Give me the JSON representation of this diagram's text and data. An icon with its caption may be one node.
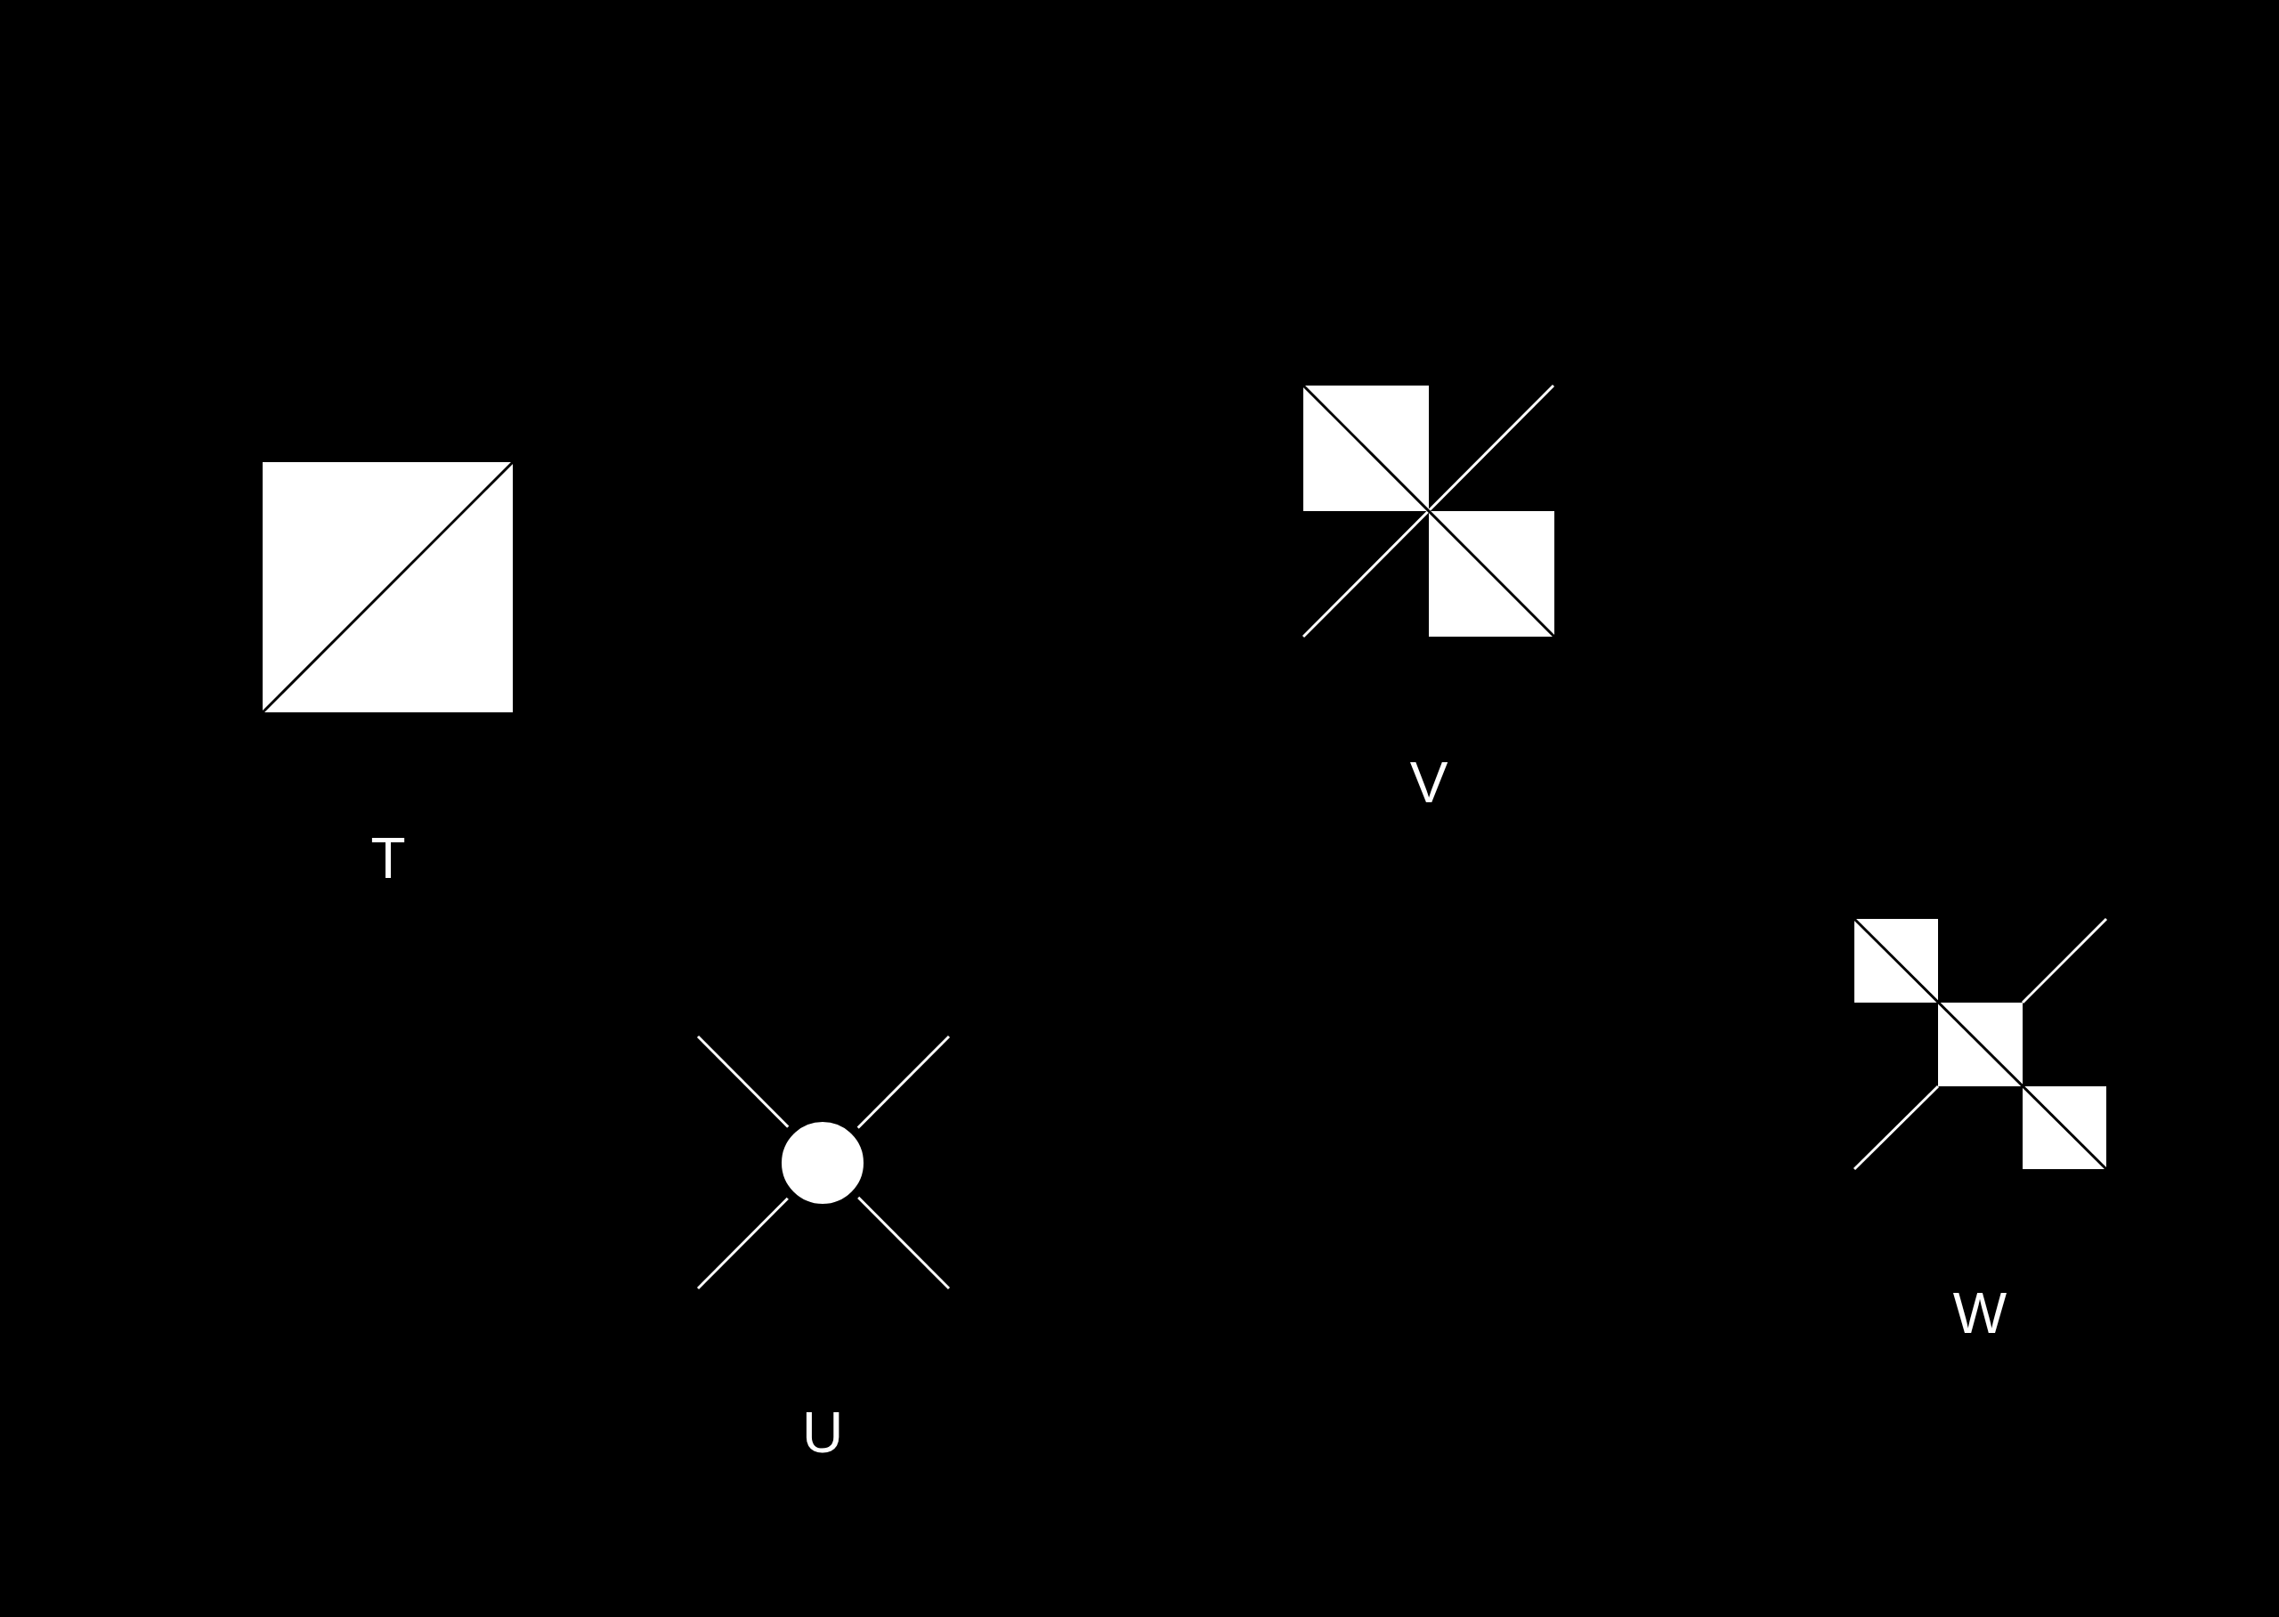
{
  "diagram": {
    "labels": [
      "T",
      "V",
      "U",
      "W"
    ]
  }
}
